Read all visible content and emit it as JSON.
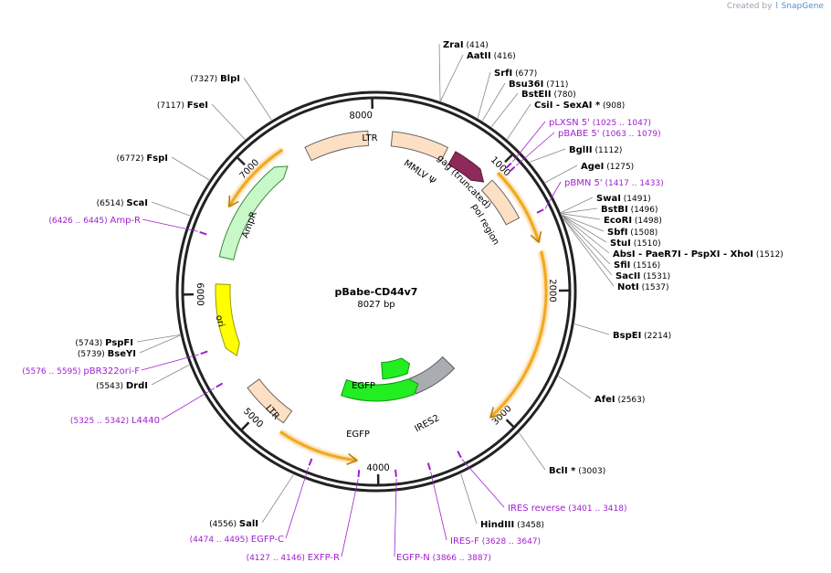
{
  "credit": {
    "prefix": "Created by",
    "brand": "SnapGene"
  },
  "plasmid": {
    "name": "pBabe-CD44v7",
    "length_label": "8027 bp",
    "length": 8027
  },
  "ticks": [
    {
      "pos": 1000,
      "label": "1000"
    },
    {
      "pos": 2000,
      "label": "2000"
    },
    {
      "pos": 3000,
      "label": "3000"
    },
    {
      "pos": 4000,
      "label": "4000"
    },
    {
      "pos": 5000,
      "label": "5000"
    },
    {
      "pos": 6000,
      "label": "6000"
    },
    {
      "pos": 7000,
      "label": "7000"
    },
    {
      "pos": 8000,
      "label": "8000"
    }
  ],
  "sites": [
    {
      "name": "ZraI",
      "pos": "(414)"
    },
    {
      "name": "AatII",
      "pos": "(416)"
    },
    {
      "name": "SrfI",
      "pos": "(677)"
    },
    {
      "name": "Bsu36I",
      "pos": "(711)"
    },
    {
      "name": "BstEII",
      "pos": "(780)"
    },
    {
      "name": "CsiI",
      "extra": "- SexAI *",
      "pos": "(908)"
    },
    {
      "name": "BglII",
      "pos": "(1112)"
    },
    {
      "name": "AgeI",
      "pos": "(1275)"
    },
    {
      "name": "SwaI",
      "pos": "(1491)"
    },
    {
      "name": "BstBI",
      "pos": "(1496)"
    },
    {
      "name": "EcoRI",
      "pos": "(1498)"
    },
    {
      "name": "SbfI",
      "pos": "(1508)"
    },
    {
      "name": "StuI",
      "pos": "(1510)"
    },
    {
      "name": "AbsI",
      "extra": "- PaeR7I   - PspXI   - XhoI",
      "pos": "(1512)"
    },
    {
      "name": "SfiI",
      "pos": "(1516)"
    },
    {
      "name": "SacII",
      "pos": "(1531)"
    },
    {
      "name": "NotI",
      "pos": "(1537)"
    },
    {
      "name": "BspEI",
      "pos": "(2214)"
    },
    {
      "name": "AfeI",
      "pos": "(2563)"
    },
    {
      "name": "BclI *",
      "pos": "(3003)"
    },
    {
      "name": "HindIII",
      "pos": "(3458)"
    },
    {
      "name": "SalI",
      "pos": "(4556)"
    },
    {
      "name": "DrdI",
      "pos": "(5543)"
    },
    {
      "name": "BseYI",
      "pos": "(5739)"
    },
    {
      "name": "PspFI",
      "pos": "(5743)"
    },
    {
      "name": "ScaI",
      "pos": "(6514)"
    },
    {
      "name": "FspI",
      "pos": "(6772)"
    },
    {
      "name": "FseI",
      "pos": "(7117)"
    },
    {
      "name": "BlpI",
      "pos": "(7327)"
    }
  ],
  "primers": [
    {
      "name": "pLXSN 5'",
      "range": "(1025 .. 1047)"
    },
    {
      "name": "pBABE 5'",
      "range": "(1063 .. 1079)"
    },
    {
      "name": "pBMN 5'",
      "range": "(1417 .. 1433)"
    },
    {
      "name": "IRES reverse",
      "range": "(3401 .. 3418)"
    },
    {
      "name": "IRES-F",
      "range": "(3628 .. 3647)"
    },
    {
      "name": "EGFP-N",
      "range": "(3866 .. 3887)"
    },
    {
      "name": "EXFP-R",
      "range": "(4127 .. 4146)"
    },
    {
      "name": "EGFP-C",
      "range": "(4474 .. 4495)"
    },
    {
      "name": "L4440",
      "range": "(5325 .. 5342)"
    },
    {
      "name": "pBR322ori-F",
      "range": "(5576 .. 5595)"
    },
    {
      "name": "Amp-R",
      "range": "(6426 .. 6445)"
    }
  ],
  "features": [
    {
      "name": "LTR"
    },
    {
      "name": "MMLV Ψ"
    },
    {
      "name": "gag (truncated)"
    },
    {
      "name": "pol region"
    },
    {
      "name": "IRES2"
    },
    {
      "name": "EGFP"
    },
    {
      "name": "EGFP"
    },
    {
      "name": "LTR"
    },
    {
      "name": "ori"
    },
    {
      "name": "AmpR"
    }
  ],
  "colors": {
    "ltr": "#fde0c4",
    "gag": "#8e2a5a",
    "ires": "#a9adb1",
    "egfp": "#22ee22",
    "ori": "#ffff00",
    "ampr": "#c8f7c8",
    "orf": "#f3a81e",
    "primer": "#a020d0"
  }
}
